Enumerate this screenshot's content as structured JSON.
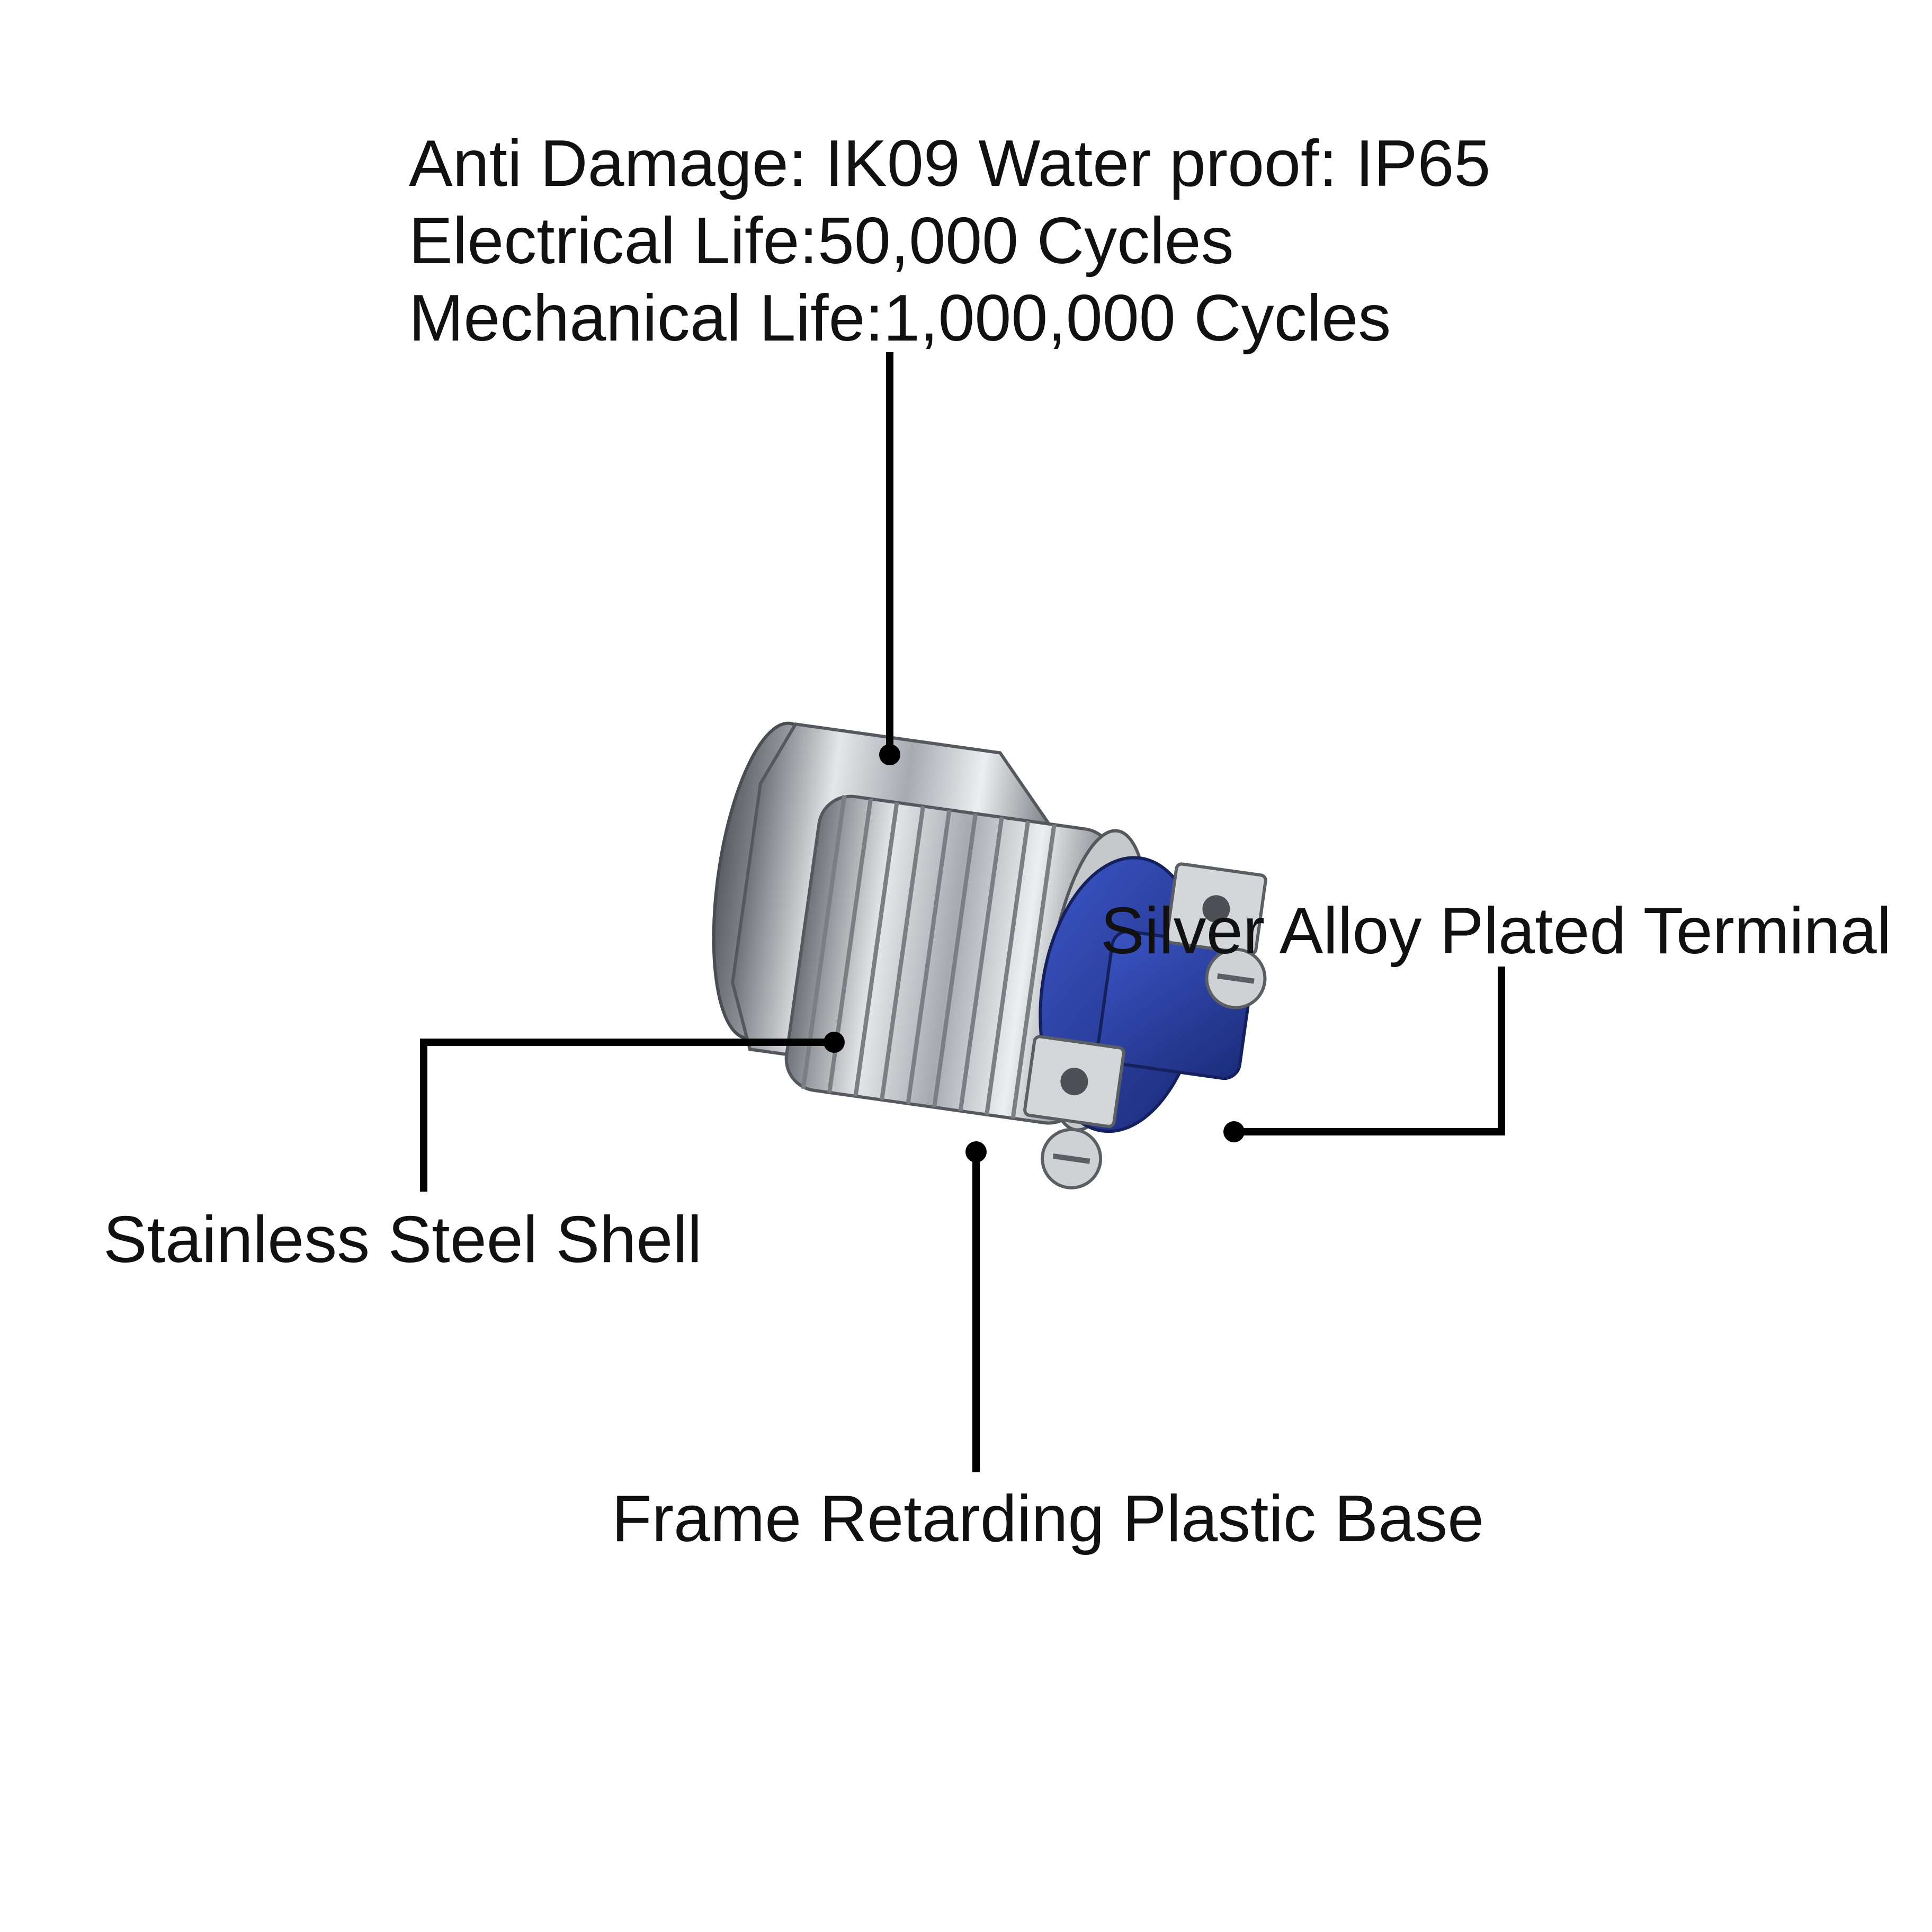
{
  "specs": {
    "line1": "Anti Damage: IK09  Water proof: IP65",
    "line2": "Electrical Life:50,000 Cycles",
    "line3": "Mechanical Life:1,000,000 Cycles"
  },
  "callouts": {
    "shell": "Stainless Steel Shell",
    "base": "Frame Retarding Plastic Base",
    "terminal": "Silver Alloy Plated Terminal"
  },
  "colors": {
    "leader": "#000000",
    "base_plastic": "#2a3f9e",
    "steel": "#b9bcc0"
  }
}
